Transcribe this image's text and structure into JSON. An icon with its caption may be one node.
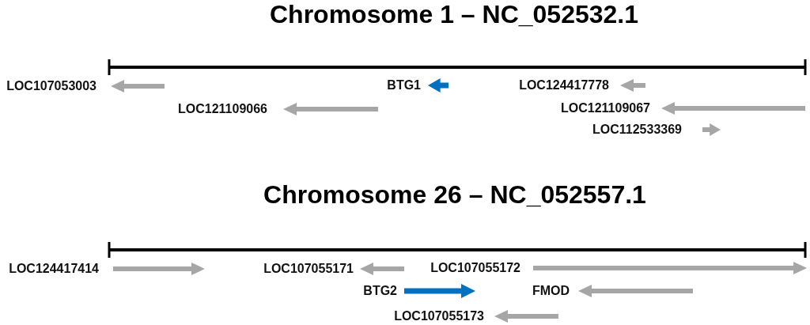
{
  "diagram": {
    "labels": [
      "Chromosome 1 – NC_052532.1",
      "LOC107053003",
      "BTG1",
      "LOC124417778",
      "LOC121109066",
      "LOC121109067",
      "LOC112533369",
      "Chromosome 26 – NC_052557.1",
      "LOC124417414",
      "LOC107055171",
      "LOC107055172",
      "BTG2",
      "FMOD",
      "LOC107055173"
    ]
  }
}
